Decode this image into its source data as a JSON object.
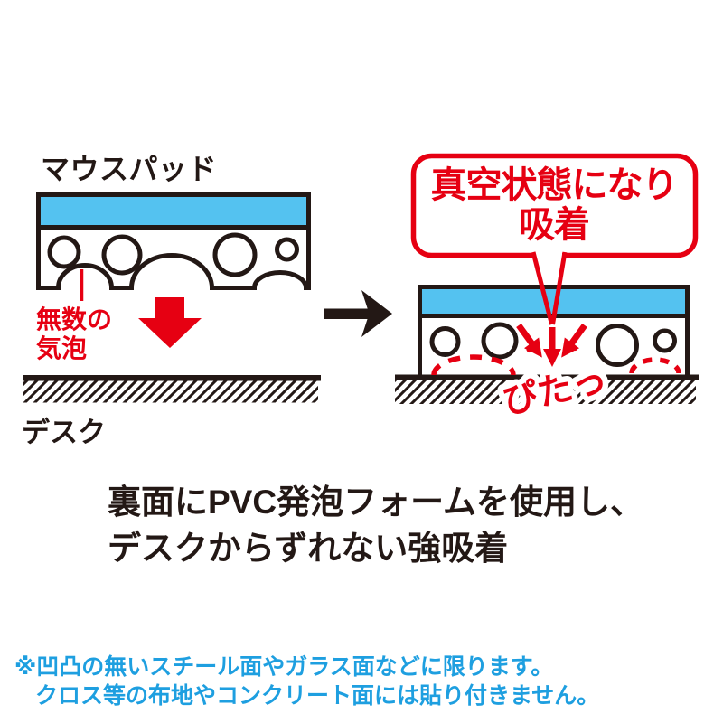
{
  "illustration": {
    "left": {
      "title": "マウスパッド",
      "note_line1": "無数の",
      "note_line2": "気泡",
      "desk_label": "デスク"
    },
    "right": {
      "callout_line1": "真空状態になり",
      "callout_line2": "吸着",
      "sound_label": "ぴたっ"
    }
  },
  "caption": {
    "line1": "裏面にPVC発泡フォームを使用し、",
    "line2": "デスクからずれない強吸着"
  },
  "footnote": {
    "line1": "※凹凸の無いスチール面やガラス面などに限ります。",
    "line2": "クロス等の布地やコンクリート面には貼り付きません。"
  },
  "colors": {
    "accent_red": "#E60012",
    "pad_surface_blue": "#54C2F0",
    "footnote_blue": "#1E9FE0",
    "ink_black": "#231815"
  }
}
